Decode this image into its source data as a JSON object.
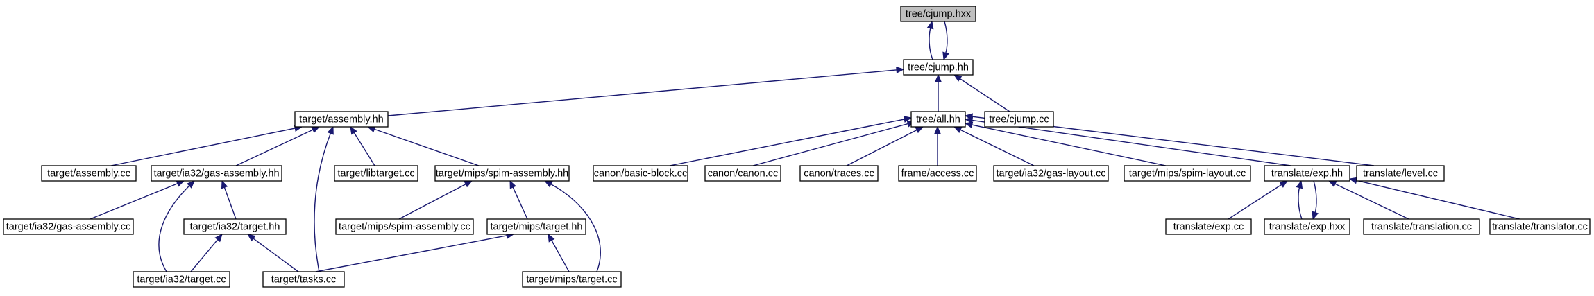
{
  "graph": {
    "kind": "include-dependency-graph",
    "root": "tree/cjump.hxx",
    "colors": {
      "edge": "#191970",
      "root_fill": "#bfbfbf",
      "node_fill": "#ffffff",
      "node_border": "#000000"
    },
    "nodes": [
      {
        "id": "n_cjump_hxx",
        "label": "tree/cjump.hxx",
        "root": true
      },
      {
        "id": "n_cjump_hh",
        "label": "tree/cjump.hh"
      },
      {
        "id": "n_assembly_hh",
        "label": "target/assembly.hh"
      },
      {
        "id": "n_all_hh",
        "label": "tree/all.hh"
      },
      {
        "id": "n_cjump_cc",
        "label": "tree/cjump.cc"
      },
      {
        "id": "n_assembly_cc",
        "label": "target/assembly.cc"
      },
      {
        "id": "n_gas_assembly_hh",
        "label": "target/ia32/gas-assembly.hh"
      },
      {
        "id": "n_libtarget_cc",
        "label": "target/libtarget.cc"
      },
      {
        "id": "n_spim_assembly_hh",
        "label": "target/mips/spim-assembly.hh"
      },
      {
        "id": "n_basic_block_cc",
        "label": "canon/basic-block.cc"
      },
      {
        "id": "n_canon_cc",
        "label": "canon/canon.cc"
      },
      {
        "id": "n_traces_cc",
        "label": "canon/traces.cc"
      },
      {
        "id": "n_access_cc",
        "label": "frame/access.cc"
      },
      {
        "id": "n_gas_layout_cc",
        "label": "target/ia32/gas-layout.cc"
      },
      {
        "id": "n_spim_layout_cc",
        "label": "target/mips/spim-layout.cc"
      },
      {
        "id": "n_exp_hh",
        "label": "translate/exp.hh"
      },
      {
        "id": "n_level_cc",
        "label": "translate/level.cc"
      },
      {
        "id": "n_gas_assembly_cc",
        "label": "target/ia32/gas-assembly.cc"
      },
      {
        "id": "n_ia32_target_hh",
        "label": "target/ia32/target.hh"
      },
      {
        "id": "n_spim_assembly_cc",
        "label": "target/mips/spim-assembly.cc"
      },
      {
        "id": "n_mips_target_hh",
        "label": "target/mips/target.hh"
      },
      {
        "id": "n_exp_cc",
        "label": "translate/exp.cc"
      },
      {
        "id": "n_exp_hxx",
        "label": "translate/exp.hxx"
      },
      {
        "id": "n_translation_cc",
        "label": "translate/translation.cc"
      },
      {
        "id": "n_translator_cc",
        "label": "translate/translator.cc"
      },
      {
        "id": "n_ia32_target_cc",
        "label": "target/ia32/target.cc"
      },
      {
        "id": "n_tasks_cc",
        "label": "target/tasks.cc"
      },
      {
        "id": "n_mips_target_cc",
        "label": "target/mips/target.cc"
      }
    ],
    "edges": [
      {
        "from": "n_cjump_hh",
        "to": "n_cjump_hxx"
      },
      {
        "from": "n_cjump_hxx",
        "to": "n_cjump_hh"
      },
      {
        "from": "n_assembly_hh",
        "to": "n_cjump_hh"
      },
      {
        "from": "n_all_hh",
        "to": "n_cjump_hh"
      },
      {
        "from": "n_cjump_cc",
        "to": "n_cjump_hh"
      },
      {
        "from": "n_assembly_cc",
        "to": "n_assembly_hh"
      },
      {
        "from": "n_gas_assembly_hh",
        "to": "n_assembly_hh"
      },
      {
        "from": "n_libtarget_cc",
        "to": "n_assembly_hh"
      },
      {
        "from": "n_spim_assembly_hh",
        "to": "n_assembly_hh"
      },
      {
        "from": "n_tasks_cc",
        "to": "n_assembly_hh"
      },
      {
        "from": "n_basic_block_cc",
        "to": "n_all_hh"
      },
      {
        "from": "n_canon_cc",
        "to": "n_all_hh"
      },
      {
        "from": "n_traces_cc",
        "to": "n_all_hh"
      },
      {
        "from": "n_access_cc",
        "to": "n_all_hh"
      },
      {
        "from": "n_gas_layout_cc",
        "to": "n_all_hh"
      },
      {
        "from": "n_spim_layout_cc",
        "to": "n_all_hh"
      },
      {
        "from": "n_exp_hh",
        "to": "n_all_hh"
      },
      {
        "from": "n_level_cc",
        "to": "n_all_hh"
      },
      {
        "from": "n_gas_assembly_cc",
        "to": "n_gas_assembly_hh"
      },
      {
        "from": "n_ia32_target_hh",
        "to": "n_gas_assembly_hh"
      },
      {
        "from": "n_ia32_target_cc",
        "to": "n_gas_assembly_hh"
      },
      {
        "from": "n_ia32_target_cc",
        "to": "n_ia32_target_hh"
      },
      {
        "from": "n_tasks_cc",
        "to": "n_ia32_target_hh"
      },
      {
        "from": "n_spim_assembly_cc",
        "to": "n_spim_assembly_hh"
      },
      {
        "from": "n_mips_target_hh",
        "to": "n_spim_assembly_hh"
      },
      {
        "from": "n_mips_target_cc",
        "to": "n_spim_assembly_hh"
      },
      {
        "from": "n_tasks_cc",
        "to": "n_mips_target_hh"
      },
      {
        "from": "n_mips_target_cc",
        "to": "n_mips_target_hh"
      },
      {
        "from": "n_exp_cc",
        "to": "n_exp_hh"
      },
      {
        "from": "n_exp_hxx",
        "to": "n_exp_hh"
      },
      {
        "from": "n_exp_hh",
        "to": "n_exp_hxx"
      },
      {
        "from": "n_translation_cc",
        "to": "n_exp_hh"
      },
      {
        "from": "n_translator_cc",
        "to": "n_exp_hh"
      }
    ]
  }
}
